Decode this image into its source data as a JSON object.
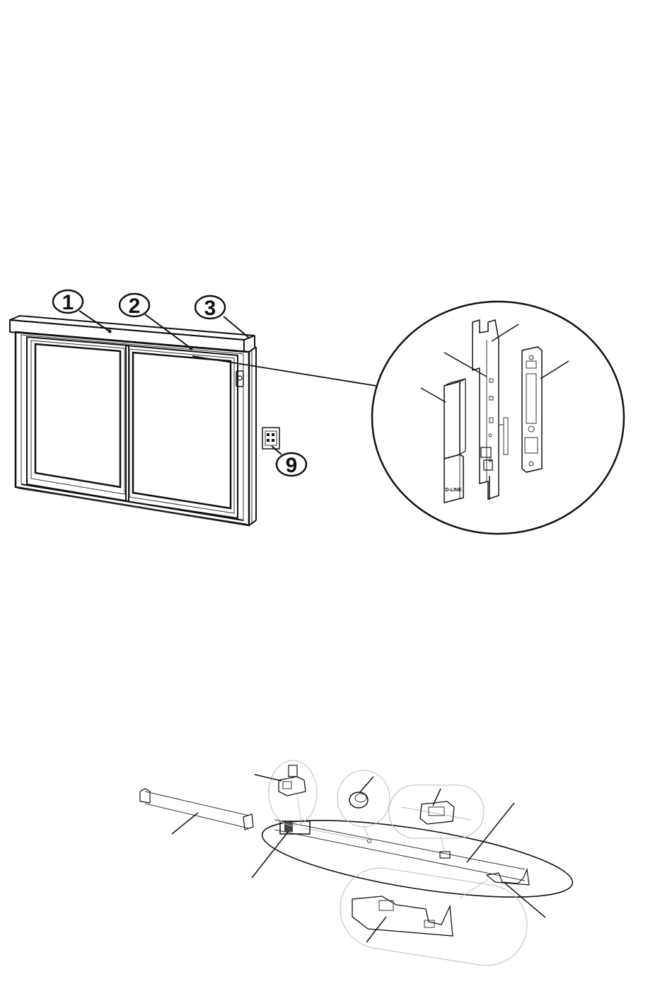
{
  "callouts": {
    "c1": "1",
    "c2": "2",
    "c3": "3",
    "c9": "9"
  },
  "lock_logo": "D-LINE",
  "colors": {
    "ink": "#111111",
    "faint": "#bbbbbb",
    "background": "#ffffff"
  }
}
